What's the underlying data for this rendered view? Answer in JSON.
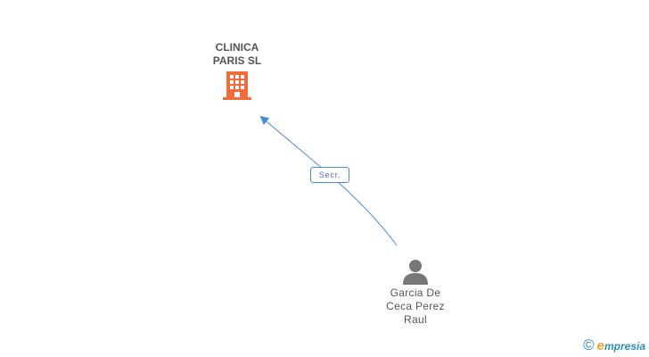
{
  "company": {
    "name": "CLINICA\nPARIS SL",
    "icon": "building-icon",
    "color": "#f26b3a"
  },
  "person": {
    "name": "Garcia De\nCeca Perez\nRaul",
    "icon": "person-icon",
    "color": "#777777"
  },
  "edge": {
    "label": "Secr.",
    "color": "#4a8bd6"
  },
  "footer": {
    "copyright_symbol": "©",
    "brand_initial": "e",
    "brand_rest": "mpresia"
  }
}
